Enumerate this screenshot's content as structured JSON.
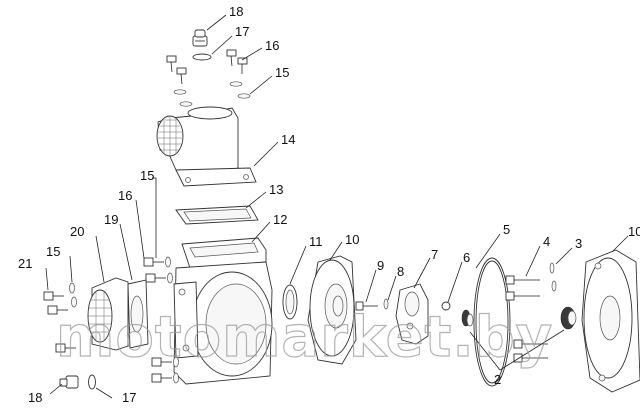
{
  "diagram": {
    "watermark": "motomarket.by",
    "callouts": [
      "18",
      "17",
      "16",
      "15",
      "14",
      "13",
      "12",
      "11",
      "10",
      "9",
      "8",
      "7",
      "6",
      "5",
      "4",
      "3",
      "2",
      "10",
      "15",
      "16",
      "19",
      "20",
      "21",
      "15",
      "18",
      "17"
    ]
  }
}
